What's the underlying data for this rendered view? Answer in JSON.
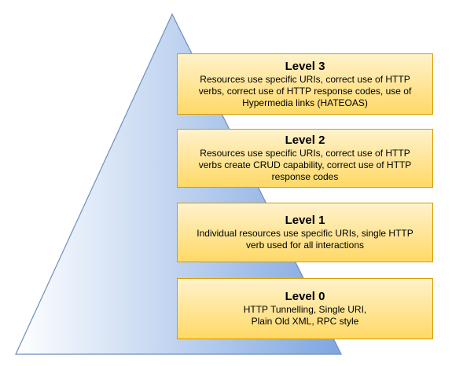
{
  "levels": [
    {
      "title": "Level 3",
      "lines": [
        "Resources use specific URIs, correct use of HTTP",
        "verbs, correct use of HTTP response codes, use of",
        "Hypermedia links (HATEOAS)"
      ]
    },
    {
      "title": "Level 2",
      "lines": [
        "Resources use specific URIs, correct use of HTTP",
        "verbs create CRUD capability, correct use of HTTP",
        "response codes"
      ]
    },
    {
      "title": "Level 1",
      "lines": [
        "Individual resources use specific URIs, single HTTP",
        "verb used for all interactions"
      ]
    },
    {
      "title": "Level 0",
      "lines": [
        "HTTP Tunnelling, Single URI,",
        "Plain Old XML, RPC style"
      ]
    }
  ],
  "colors": {
    "pyramid_fill_top": "#7ea6e0",
    "pyramid_fill_bottom": "#ffffff",
    "pyramid_stroke": "#6c8ebf",
    "box_fill_top": "#fff2cc",
    "box_fill_bottom": "#ffd966",
    "box_stroke": "#d79b00"
  }
}
